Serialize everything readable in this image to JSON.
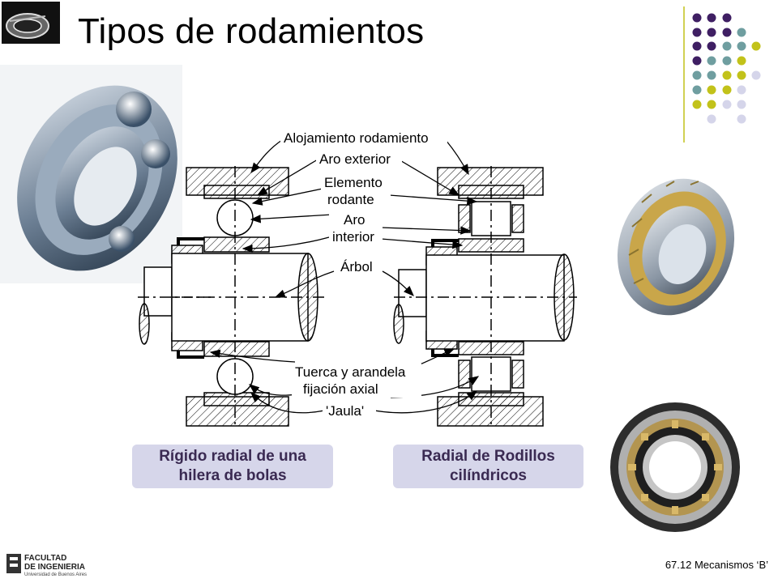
{
  "slide": {
    "title": "Tipos de rodamientos",
    "page_ref": "67.12 Mecanismos ‘B’"
  },
  "diagram": {
    "labels": {
      "housing": "Alojamiento rodamiento",
      "outer_ring": "Aro exterior",
      "rolling_element_1": "Elemento",
      "rolling_element_2": "rodante",
      "inner_ring_1": "Aro",
      "inner_ring_2": "interior",
      "shaft": "Árbol",
      "nut_1": "Tuerca y arandela",
      "nut_2": "fijación axial",
      "cage": "'Jaula'"
    }
  },
  "captions": {
    "left_line1": "Rígido radial de una",
    "left_line2": "hilera de bolas",
    "right_line1": "Radial de Rodillos",
    "right_line2": "cilíndricos"
  },
  "footer": {
    "logo_line1": "FACULTAD",
    "logo_line2": "DE INGENIERIA",
    "logo_line3": "Universidad de Buenos Aires"
  },
  "colors": {
    "purple": "#3f1f63",
    "teal": "#6f9ea0",
    "olive": "#c2c21a",
    "lavender": "#d5d5ea",
    "caption_bg": "#d6d6ea"
  }
}
